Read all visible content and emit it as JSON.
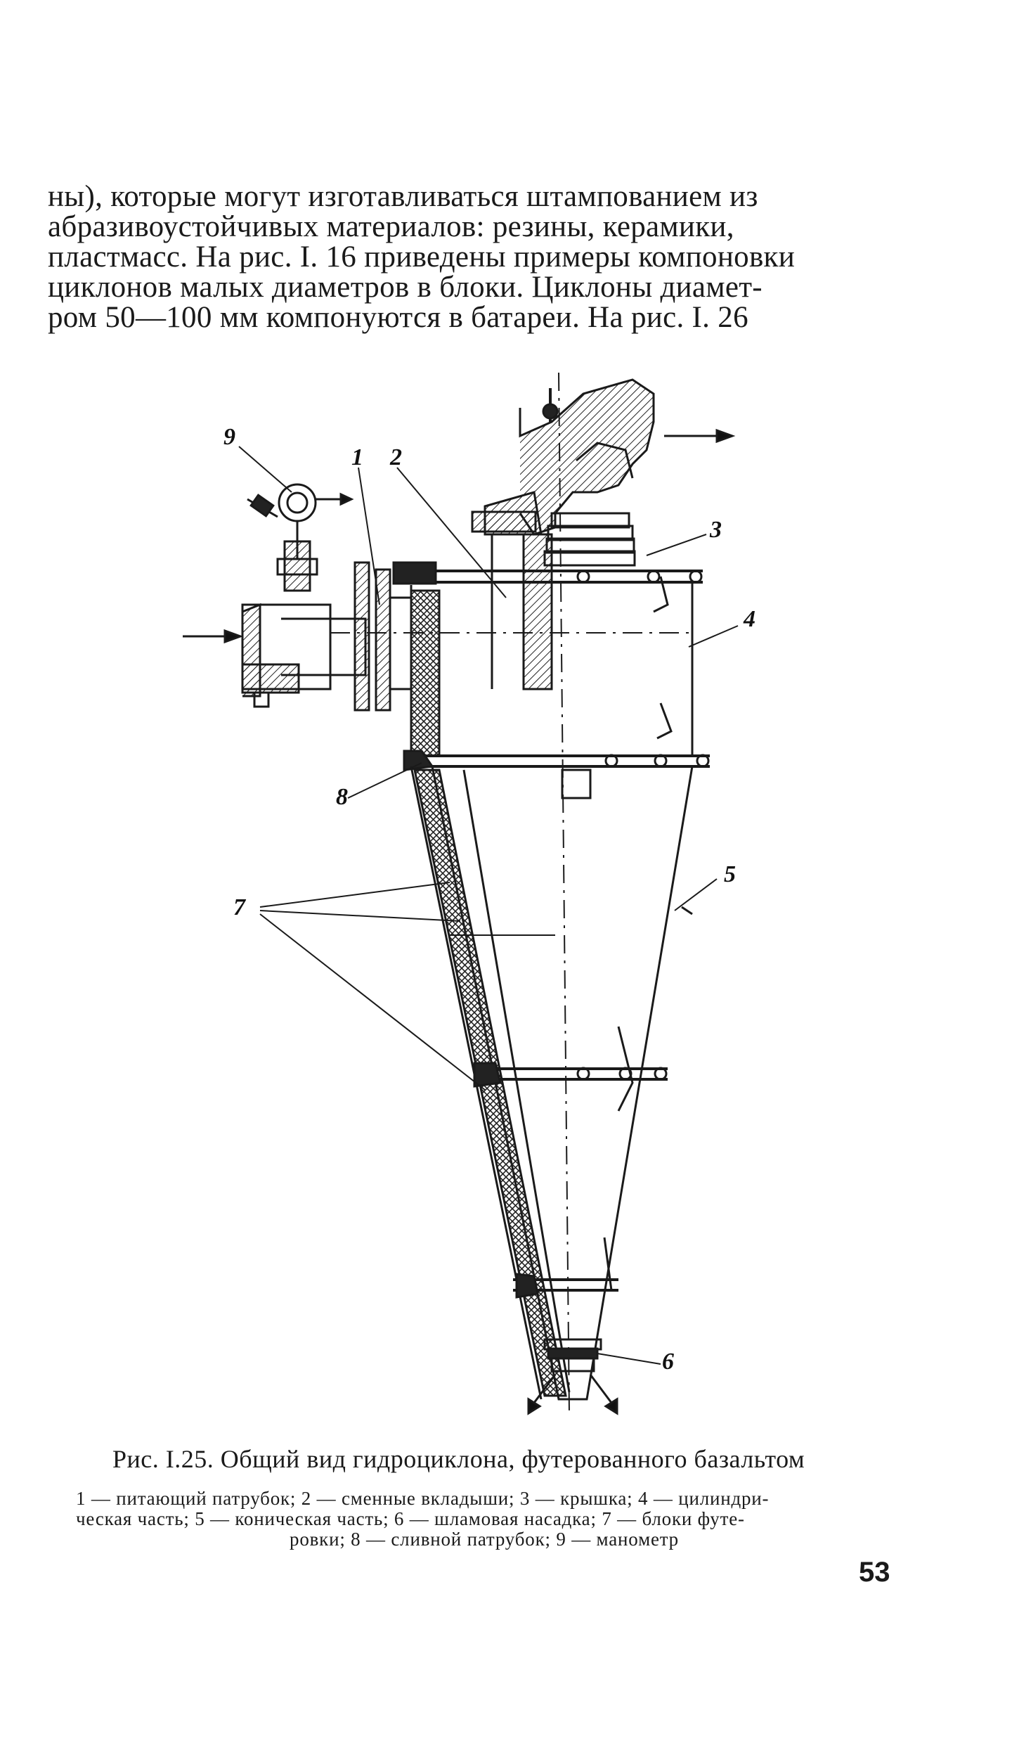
{
  "body_text": {
    "lines": [
      "ны), которые могут изготавливаться штампованием из",
      "абразивоустойчивых материалов: резины, керамики,",
      "пластмасс. На рис. I. 16 приведены примеры компоновки",
      "циклонов малых диаметров в блоки. Циклоны диамет-",
      "ром 50—100 мм компонуются в батареи. На рис. I. 26"
    ]
  },
  "figure": {
    "callouts": {
      "c1": "1",
      "c2": "2",
      "c3": "3",
      "c4": "4",
      "c5": "5",
      "c6": "6",
      "c7": "7",
      "c8": "8",
      "c9": "9"
    }
  },
  "caption": {
    "title": "Рис. I.25. Общий вид гидроциклона, футерованного базальтом",
    "legend_lines": [
      "1 — питающий патрубок; 2 — сменные вкладыши; 3 — крышка; 4 — цилиндри-",
      "ческая часть; 5 — коническая часть; 6 — шламовая насадка; 7 — блоки футе-",
      "ровки; 8 — сливной патрубок; 9 — манометр"
    ]
  },
  "page_number": "53"
}
